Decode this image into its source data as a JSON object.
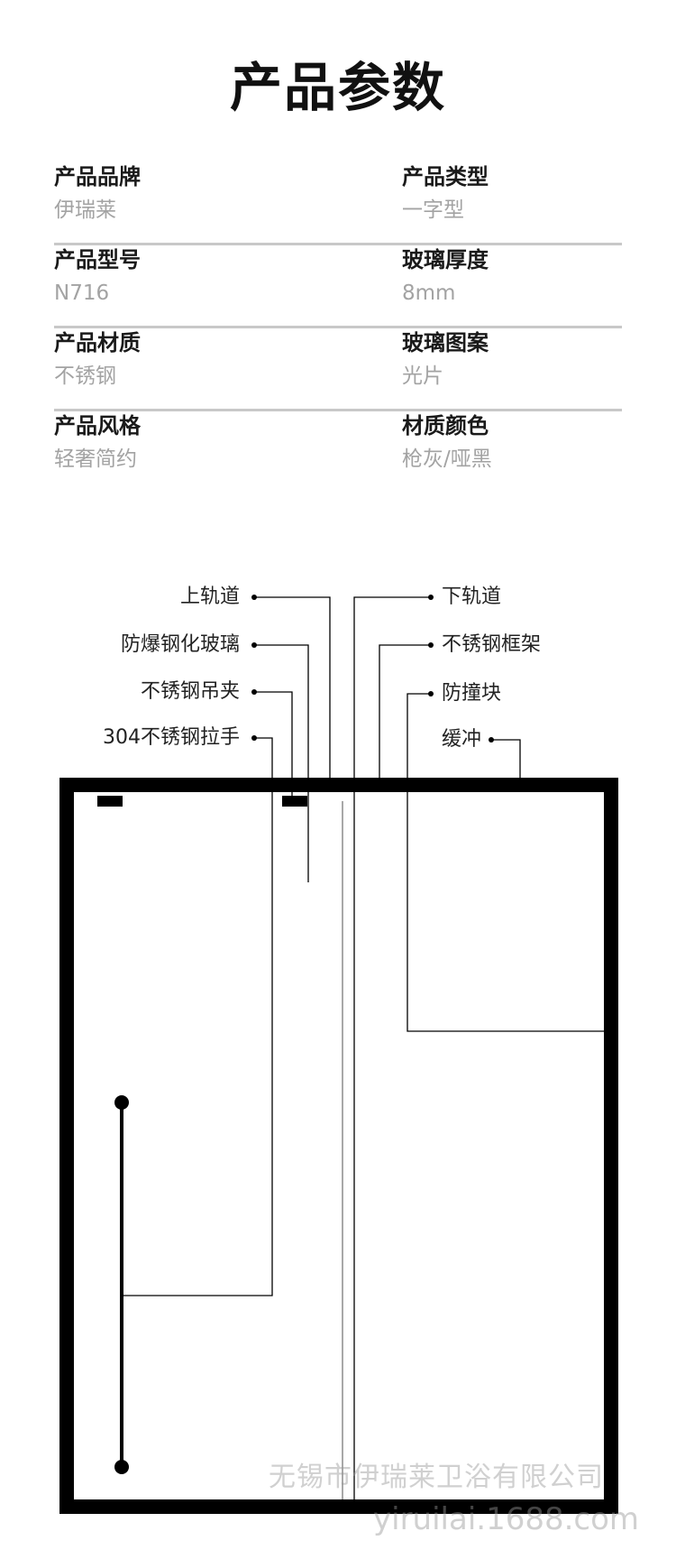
{
  "title": "产品参数",
  "params": [
    {
      "label_left": "产品品牌",
      "value_left": "伊瑞莱",
      "label_right": "产品类型",
      "value_right": "一字型"
    },
    {
      "label_left": "产品型号",
      "value_left": "N716",
      "label_right": "玻璃厚度",
      "value_right": "8mm"
    },
    {
      "label_left": "产品材质",
      "value_left": "不锈钢",
      "label_right": "玻璃图案",
      "value_right": "光片"
    },
    {
      "label_left": "产品风格",
      "value_left": "轻奢简约",
      "label_right": "材质颜色",
      "value_right": "枪灰/哑黑"
    }
  ],
  "callouts_left": [
    "上轨道",
    "防爆钢化玻璃",
    "不锈钢吊夹",
    "304不锈钢拉手"
  ],
  "callouts_right": [
    "下轨道",
    "不锈钢框架",
    "防撞块",
    "缓冲"
  ],
  "watermark": {
    "company": "无锡市伊瑞莱卫浴有限公司",
    "url": "yiruilai.1688.com"
  }
}
